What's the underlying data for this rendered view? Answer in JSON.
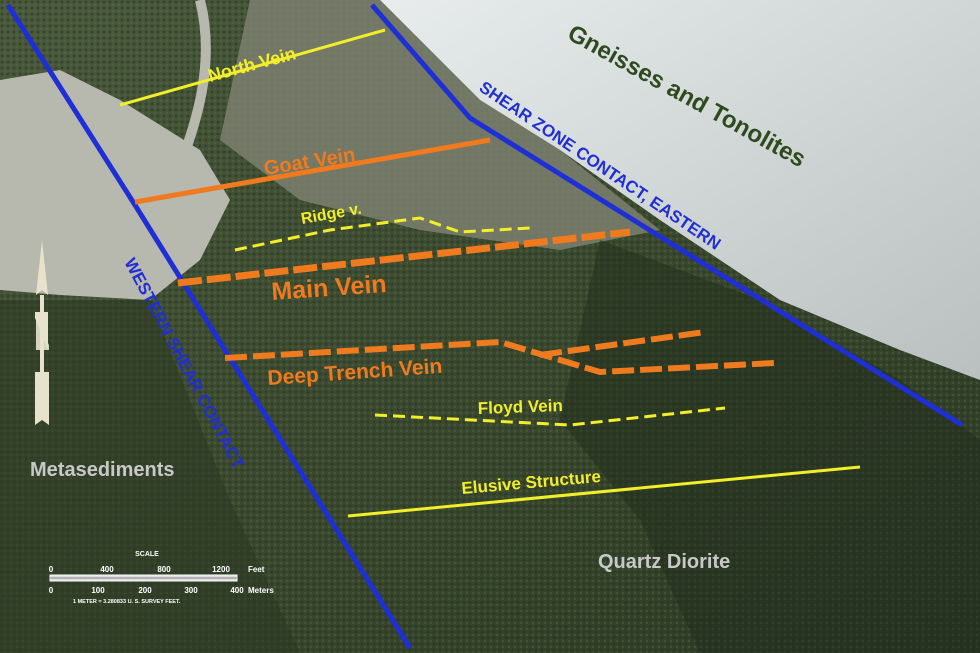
{
  "map": {
    "units": {
      "metasediments": "Metasediments",
      "quartz_diorite": "Quartz Diorite",
      "gneisses": "Gneisses and Tonolites"
    },
    "contacts": {
      "western": "WESTERN SHEAR CONTACT",
      "eastern": "SHEAR ZONE CONTACT, EASTERN"
    },
    "veins": {
      "north": "North Vein",
      "goat": "Goat Vein",
      "ridge": "Ridge v.",
      "main": "Main Vein",
      "deep_trench": "Deep Trench Vein",
      "floyd": "Floyd Vein",
      "elusive": "Elusive Structure"
    },
    "colors": {
      "contact": "#1f2fd6",
      "vein_orange": "#f07a1e",
      "vein_yellow": "#f2ee2a",
      "gneiss_label": "#2f4a1e",
      "unit_label": "#c8c8c8"
    }
  },
  "scale_bar": {
    "title": "SCALE",
    "feet_ticks": [
      "0",
      "400",
      "800",
      "1200"
    ],
    "feet_unit": "Feet",
    "meter_ticks": [
      "0",
      "100",
      "200",
      "300",
      "400"
    ],
    "meter_unit": "Meters",
    "note": "1 METER = 3.280833 U. S. SURVEY FEET."
  }
}
